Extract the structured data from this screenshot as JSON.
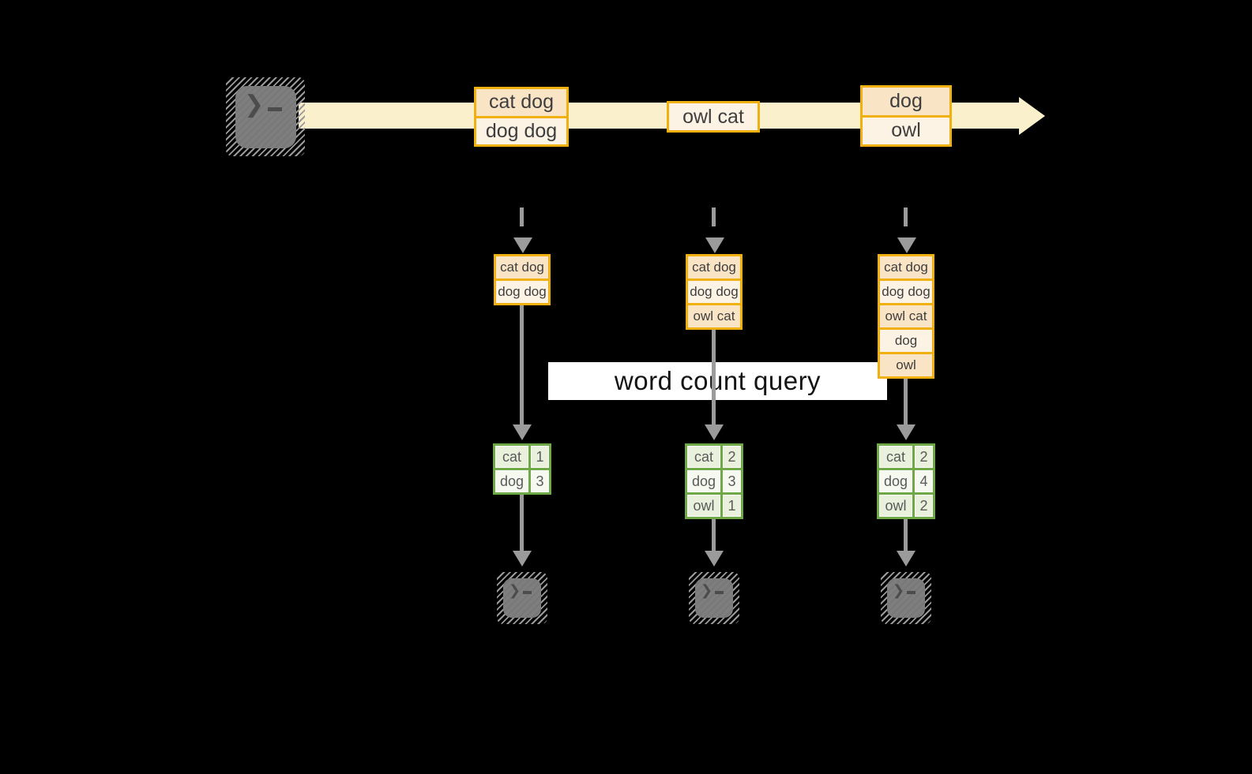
{
  "banner": {
    "label": "word count query"
  },
  "icons": {
    "terminal": {
      "name": "terminal-icon",
      "glyph": "❯"
    }
  },
  "palette": {
    "stream_band": "#FAF0CC",
    "event_border_orange": "#F0B010",
    "event_fill_peach": "#FAE4C6",
    "event_fill_cream": "#FDF3E4",
    "table_border_green": "#6FA847",
    "table_fill_green": "#E9F0DC",
    "table_fill_white": "#F5F9F0",
    "arrow_gray": "#9B9B9B",
    "terminal_gray": "#7E7E7E"
  },
  "stream_events": [
    {
      "lines": [
        "cat dog",
        "dog dog"
      ]
    },
    {
      "lines": [
        "owl cat"
      ]
    },
    {
      "lines": [
        "dog",
        "owl"
      ]
    }
  ],
  "snapshots": [
    {
      "stack": [
        "cat dog",
        "dog dog"
      ],
      "counts": [
        {
          "word": "cat",
          "count": "1"
        },
        {
          "word": "dog",
          "count": "3"
        }
      ]
    },
    {
      "stack": [
        "cat dog",
        "dog dog",
        "owl cat"
      ],
      "counts": [
        {
          "word": "cat",
          "count": "2"
        },
        {
          "word": "dog",
          "count": "3"
        },
        {
          "word": "owl",
          "count": "1"
        }
      ]
    },
    {
      "stack": [
        "cat dog",
        "dog dog",
        "owl cat",
        "dog",
        "owl"
      ],
      "counts": [
        {
          "word": "cat",
          "count": "2"
        },
        {
          "word": "dog",
          "count": "4"
        },
        {
          "word": "owl",
          "count": "2"
        }
      ]
    }
  ]
}
